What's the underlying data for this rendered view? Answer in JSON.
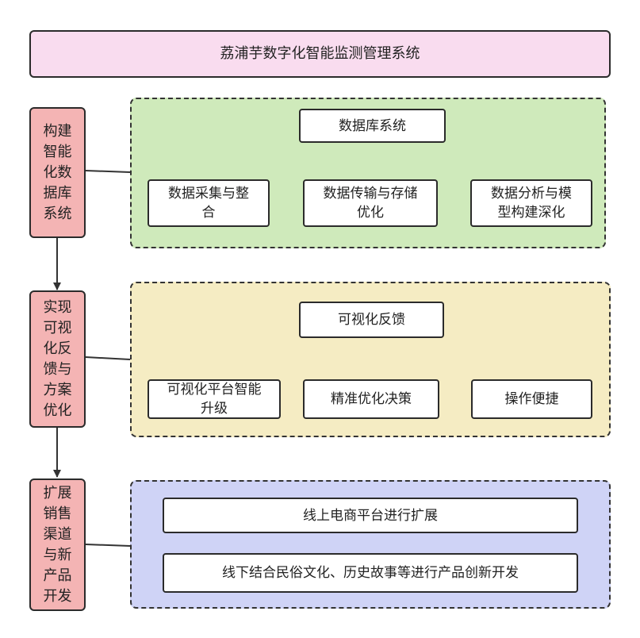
{
  "title": "荔浦芋数字化智能监测管理系统",
  "steps": [
    "构建\n智能\n化数\n据库\n系统",
    "实现\n可视\n化反\n馈与\n方案\n优化",
    "扩展\n销售\n渠道\n与新\n产品\n开发"
  ],
  "section1": {
    "root": "数据库系统",
    "children": [
      "数据采集与整\n合",
      "数据传输与存储\n优化",
      "数据分析与模\n型构建深化"
    ]
  },
  "section2": {
    "root": "可视化反馈",
    "children": [
      "可视化平台智能\n升级",
      "精准优化决策",
      "操作便捷"
    ]
  },
  "section3": {
    "items": [
      "线上电商平台进行扩展",
      "线下结合民俗文化、历史故事等进行产品创新开发"
    ]
  },
  "colors": {
    "title_bg": "#f9dcef",
    "step_bg": "#f4b4b4",
    "panel1_bg": "#cfeabb",
    "panel2_bg": "#f5ecc3",
    "panel3_bg": "#cfd3f6"
  }
}
